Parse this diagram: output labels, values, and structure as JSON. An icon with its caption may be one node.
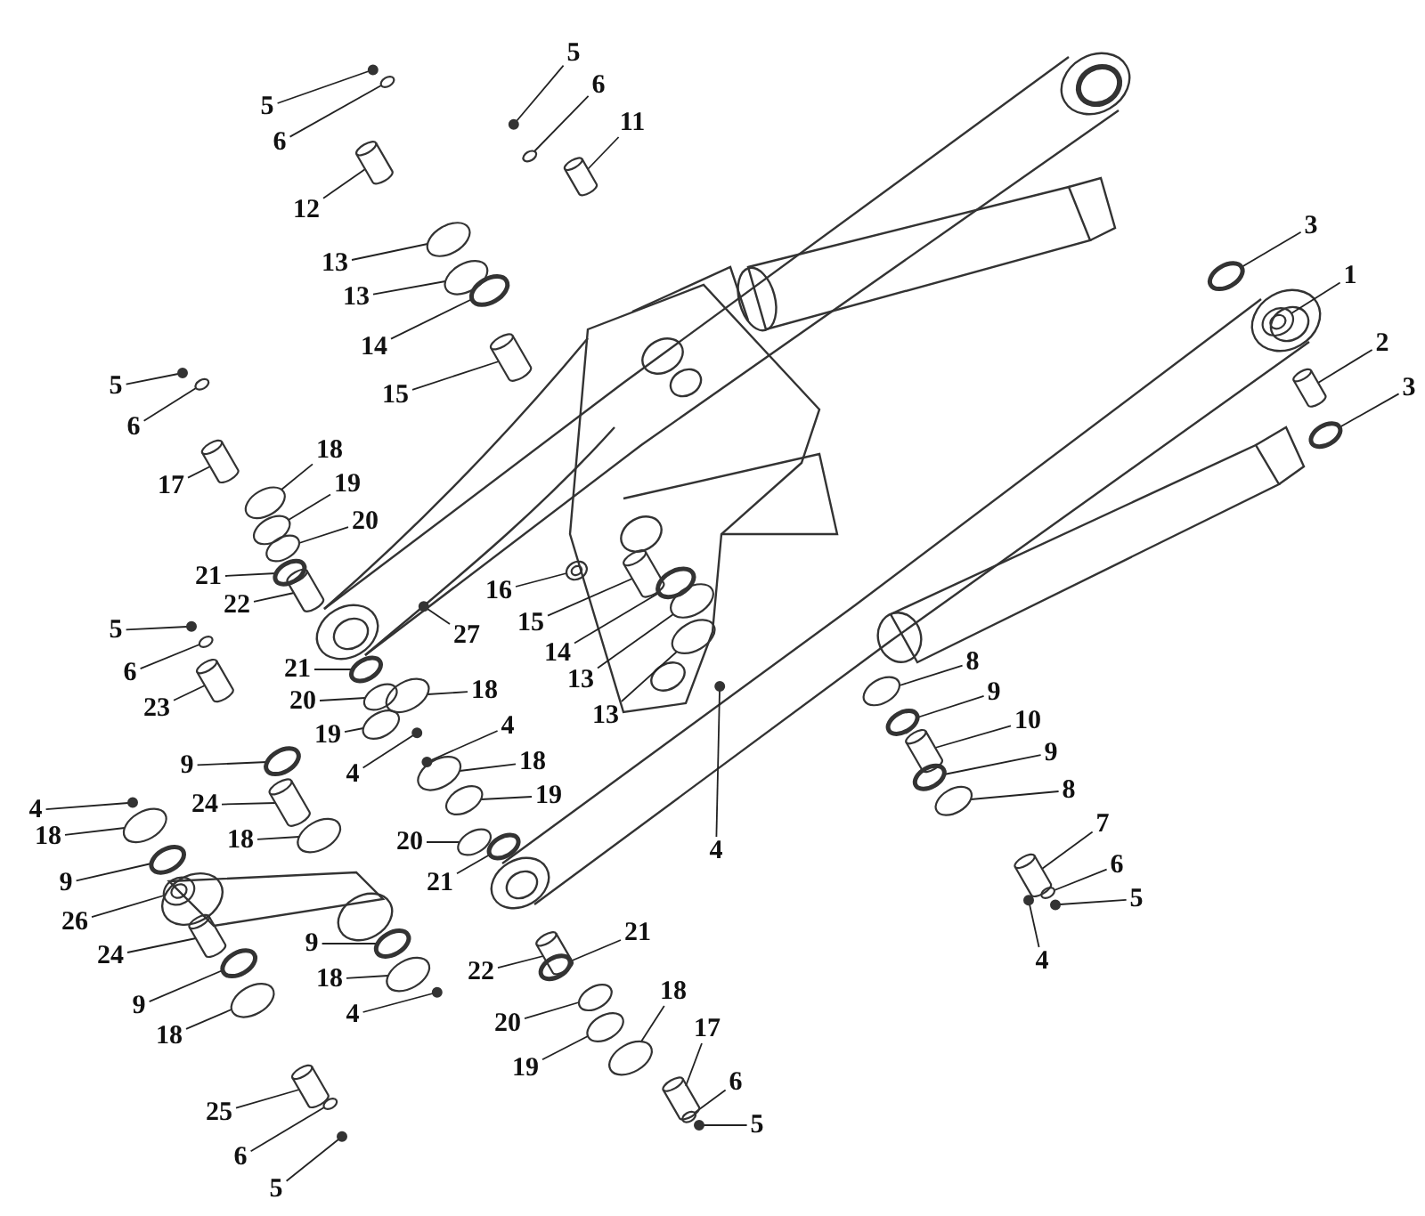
{
  "diagram": {
    "nodes": [
      {
        "text": [
          "5"
        ]
      },
      {
        "text": [
          "6"
        ]
      },
      {
        "text": [
          "12"
        ]
      },
      {
        "text": [
          "13"
        ]
      },
      {
        "text": [
          "13"
        ]
      },
      {
        "text": [
          "14"
        ]
      },
      {
        "text": [
          "15"
        ]
      },
      {
        "text": [
          "5"
        ]
      },
      {
        "text": [
          "6"
        ]
      },
      {
        "text": [
          "11"
        ]
      },
      {
        "text": [
          "5"
        ]
      },
      {
        "text": [
          "6"
        ]
      },
      {
        "text": [
          "17"
        ]
      },
      {
        "text": [
          "18"
        ]
      },
      {
        "text": [
          "19"
        ]
      },
      {
        "text": [
          "20"
        ]
      },
      {
        "text": [
          "21"
        ]
      },
      {
        "text": [
          "22"
        ]
      },
      {
        "text": [
          "16"
        ]
      },
      {
        "text": [
          "15"
        ]
      },
      {
        "text": [
          "14"
        ]
      },
      {
        "text": [
          "13"
        ]
      },
      {
        "text": [
          "13"
        ]
      },
      {
        "text": [
          "4"
        ]
      },
      {
        "text": [
          "27"
        ]
      },
      {
        "text": [
          "5"
        ]
      },
      {
        "text": [
          "6"
        ]
      },
      {
        "text": [
          "23"
        ]
      },
      {
        "text": [
          "21"
        ]
      },
      {
        "text": [
          "20"
        ]
      },
      {
        "text": [
          "19"
        ]
      },
      {
        "text": [
          "18"
        ]
      },
      {
        "text": [
          "4"
        ]
      },
      {
        "text": [
          "4"
        ]
      },
      {
        "text": [
          "18"
        ]
      },
      {
        "text": [
          "19"
        ]
      },
      {
        "text": [
          "20"
        ]
      },
      {
        "text": [
          "21"
        ]
      },
      {
        "text": [
          "9"
        ]
      },
      {
        "text": [
          "24"
        ]
      },
      {
        "text": [
          "4"
        ]
      },
      {
        "text": [
          "18"
        ]
      },
      {
        "text": [
          "18"
        ]
      },
      {
        "text": [
          "9"
        ]
      },
      {
        "text": [
          "26"
        ]
      },
      {
        "text": [
          "24"
        ]
      },
      {
        "text": [
          "9"
        ]
      },
      {
        "text": [
          "18"
        ]
      },
      {
        "text": [
          "9"
        ]
      },
      {
        "text": [
          "4"
        ]
      },
      {
        "text": [
          "18"
        ]
      },
      {
        "text": [
          "25"
        ]
      },
      {
        "text": [
          "6"
        ]
      },
      {
        "text": [
          "5"
        ]
      },
      {
        "text": [
          "21"
        ]
      },
      {
        "text": [
          "22"
        ]
      },
      {
        "text": [
          "20"
        ]
      },
      {
        "text": [
          "19"
        ]
      },
      {
        "text": [
          "18"
        ]
      },
      {
        "text": [
          "17"
        ]
      },
      {
        "text": [
          "6"
        ]
      },
      {
        "text": [
          "5"
        ]
      },
      {
        "text": [
          "8"
        ]
      },
      {
        "text": [
          "9"
        ]
      },
      {
        "text": [
          "10"
        ]
      },
      {
        "text": [
          "9"
        ]
      },
      {
        "text": [
          "8"
        ]
      },
      {
        "text": [
          "7"
        ]
      },
      {
        "text": [
          "6"
        ]
      },
      {
        "text": [
          "5"
        ]
      },
      {
        "text": [
          "4"
        ]
      },
      {
        "text": [
          "3"
        ]
      },
      {
        "text": [
          "1"
        ]
      },
      {
        "text": [
          "2"
        ]
      },
      {
        "text": [
          "3"
        ]
      },
      {
        "text": [],
        "shape": "circle"
      },
      {
        "text": [],
        "shape": "circle"
      },
      {
        "text": [],
        "shape": "cylinder"
      },
      {
        "text": [],
        "shape": "circle"
      },
      {
        "text": [],
        "shape": "circle"
      },
      {
        "text": [],
        "shape": "circle"
      },
      {
        "text": [],
        "shape": "cylinder"
      },
      {
        "text": [],
        "shape": "circle"
      },
      {
        "text": [],
        "shape": "circle"
      },
      {
        "text": [],
        "shape": "cylinder"
      },
      {
        "text": [],
        "shape": "circle"
      },
      {
        "text": [],
        "shape": "circle"
      },
      {
        "text": [],
        "shape": "cylinder"
      },
      {
        "text": [],
        "shape": "circle"
      },
      {
        "text": [],
        "shape": "circle"
      },
      {
        "text": [],
        "shape": "circle"
      },
      {
        "text": [],
        "shape": "circle"
      },
      {
        "text": [],
        "shape": "cylinder"
      },
      {
        "text": [],
        "shape": "picture"
      },
      {
        "text": [],
        "shape": "cylinder"
      },
      {
        "text": [],
        "shape": "circle"
      },
      {
        "text": [],
        "shape": "circle"
      },
      {
        "text": [],
        "shape": "circle"
      },
      {
        "text": [],
        "shape": "circle"
      },
      {
        "text": [],
        "shape": "circle"
      },
      {
        "text": [],
        "shape": "circle"
      },
      {
        "text": [],
        "shape": "circle"
      },
      {
        "text": [],
        "shape": "cylinder"
      },
      {
        "text": [],
        "shape": "circle"
      },
      {
        "text": [],
        "shape": "circle"
      },
      {
        "text": [],
        "shape": "circle"
      },
      {
        "text": [],
        "shape": "circle"
      },
      {
        "text": [],
        "shape": "circle"
      },
      {
        "text": [],
        "shape": "circle"
      },
      {
        "text": [],
        "shape": "circle"
      },
      {
        "text": [],
        "shape": "circle"
      },
      {
        "text": [],
        "shape": "circle"
      },
      {
        "text": [],
        "shape": "circle"
      },
      {
        "text": [],
        "shape": "circle"
      },
      {
        "text": [],
        "shape": "cylinder"
      },
      {
        "text": [],
        "shape": "circle"
      },
      {
        "text": [],
        "shape": "circle"
      },
      {
        "text": [],
        "shape": "circle"
      },
      {
        "text": [],
        "shape": "circle"
      },
      {
        "text": [],
        "shape": "picture"
      },
      {
        "text": [],
        "shape": "cylinder"
      },
      {
        "text": [],
        "shape": "circle"
      },
      {
        "text": [],
        "shape": "circle"
      },
      {
        "text": [],
        "shape": "circle"
      },
      {
        "text": [],
        "shape": "circle"
      },
      {
        "text": [],
        "shape": "circle"
      },
      {
        "text": [],
        "shape": "cylinder"
      },
      {
        "text": [],
        "shape": "circle"
      },
      {
        "text": [],
        "shape": "circle"
      },
      {
        "text": [],
        "shape": "circle"
      },
      {
        "text": [],
        "shape": "cylinder"
      },
      {
        "text": [],
        "shape": "circle"
      },
      {
        "text": [],
        "shape": "circle"
      },
      {
        "text": [],
        "shape": "circle"
      },
      {
        "text": [],
        "shape": "cylinder"
      },
      {
        "text": [],
        "shape": "circle"
      },
      {
        "text": [],
        "shape": "circle"
      },
      {
        "text": [],
        "shape": "circle"
      },
      {
        "text": [],
        "shape": "circle"
      },
      {
        "text": [],
        "shape": "cylinder"
      },
      {
        "text": [],
        "shape": "circle"
      },
      {
        "text": [],
        "shape": "circle"
      },
      {
        "text": [],
        "shape": "cylinder"
      },
      {
        "text": [],
        "shape": "circle"
      },
      {
        "text": [],
        "shape": "circle"
      },
      {
        "text": [],
        "shape": "circle"
      },
      {
        "text": [],
        "shape": "circle"
      },
      {
        "text": [],
        "shape": "picture"
      },
      {
        "text": [],
        "shape": "cylinder"
      },
      {
        "text": [],
        "shape": "circle"
      }
    ],
    "edges": [
      {
        "from": 0,
        "to": 75,
        "arrow": "none"
      },
      {
        "from": 1,
        "to": 76,
        "arrow": "none"
      },
      {
        "from": 2,
        "to": 77,
        "arrow": "none"
      },
      {
        "from": 3,
        "to": 78,
        "arrow": "none"
      },
      {
        "from": 4,
        "to": 79,
        "arrow": "none"
      },
      {
        "from": 5,
        "to": 80,
        "arrow": "none"
      },
      {
        "from": 6,
        "to": 81,
        "arrow": "none"
      },
      {
        "from": 7,
        "to": 82,
        "arrow": "none"
      },
      {
        "from": 8,
        "to": 83,
        "arrow": "none"
      },
      {
        "from": 9,
        "to": 84,
        "arrow": "none"
      },
      {
        "from": 10,
        "to": 85,
        "arrow": "none"
      },
      {
        "from": 11,
        "to": 86,
        "arrow": "none"
      },
      {
        "from": 12,
        "to": 87,
        "arrow": "none"
      },
      {
        "from": 13,
        "to": 88,
        "arrow": "none"
      },
      {
        "from": 14,
        "to": 89,
        "arrow": "none"
      },
      {
        "from": 15,
        "to": 90,
        "arrow": "none"
      },
      {
        "from": 16,
        "to": 91,
        "arrow": "none"
      },
      {
        "from": 17,
        "to": 92,
        "arrow": "none"
      },
      {
        "from": 18,
        "to": 93,
        "arrow": "none"
      },
      {
        "from": 19,
        "to": 94,
        "arrow": "none"
      },
      {
        "from": 20,
        "to": 95,
        "arrow": "none"
      },
      {
        "from": 21,
        "to": 96,
        "arrow": "none"
      },
      {
        "from": 22,
        "to": 97,
        "arrow": "none"
      },
      {
        "from": 23,
        "to": 98,
        "arrow": "none"
      },
      {
        "from": 24,
        "to": 99,
        "arrow": "none"
      },
      {
        "from": 25,
        "to": 100,
        "arrow": "none"
      },
      {
        "from": 26,
        "to": 101,
        "arrow": "none"
      },
      {
        "from": 27,
        "to": 102,
        "arrow": "none"
      },
      {
        "from": 28,
        "to": 103,
        "arrow": "none"
      },
      {
        "from": 29,
        "to": 104,
        "arrow": "none"
      },
      {
        "from": 30,
        "to": 105,
        "arrow": "none"
      },
      {
        "from": 31,
        "to": 106,
        "arrow": "none"
      },
      {
        "from": 32,
        "to": 107,
        "arrow": "none"
      },
      {
        "from": 33,
        "to": 108,
        "arrow": "none"
      },
      {
        "from": 34,
        "to": 109,
        "arrow": "none"
      },
      {
        "from": 35,
        "to": 110,
        "arrow": "none"
      },
      {
        "from": 36,
        "to": 111,
        "arrow": "none"
      },
      {
        "from": 37,
        "to": 112,
        "arrow": "none"
      },
      {
        "from": 38,
        "to": 113,
        "arrow": "none"
      },
      {
        "from": 39,
        "to": 114,
        "arrow": "none"
      },
      {
        "from": 40,
        "to": 115,
        "arrow": "none"
      },
      {
        "from": 41,
        "to": 116,
        "arrow": "none"
      },
      {
        "from": 42,
        "to": 117,
        "arrow": "none"
      },
      {
        "from": 43,
        "to": 118,
        "arrow": "none"
      },
      {
        "from": 44,
        "to": 119,
        "arrow": "none"
      },
      {
        "from": 45,
        "to": 120,
        "arrow": "none"
      },
      {
        "from": 46,
        "to": 121,
        "arrow": "none"
      },
      {
        "from": 47,
        "to": 122,
        "arrow": "none"
      },
      {
        "from": 48,
        "to": 123,
        "arrow": "none"
      },
      {
        "from": 49,
        "to": 124,
        "arrow": "none"
      },
      {
        "from": 50,
        "to": 125,
        "arrow": "none"
      },
      {
        "from": 51,
        "to": 126,
        "arrow": "none"
      },
      {
        "from": 52,
        "to": 127,
        "arrow": "none"
      },
      {
        "from": 53,
        "to": 128,
        "arrow": "none"
      },
      {
        "from": 54,
        "to": 129,
        "arrow": "none"
      },
      {
        "from": 55,
        "to": 130,
        "arrow": "none"
      },
      {
        "from": 56,
        "to": 131,
        "arrow": "none"
      },
      {
        "from": 57,
        "to": 132,
        "arrow": "none"
      },
      {
        "from": 58,
        "to": 133,
        "arrow": "none"
      },
      {
        "from": 59,
        "to": 134,
        "arrow": "none"
      },
      {
        "from": 60,
        "to": 135,
        "arrow": "none"
      },
      {
        "from": 61,
        "to": 136,
        "arrow": "none"
      },
      {
        "from": 62,
        "to": 137,
        "arrow": "none"
      },
      {
        "from": 63,
        "to": 138,
        "arrow": "none"
      },
      {
        "from": 64,
        "to": 139,
        "arrow": "none"
      },
      {
        "from": 65,
        "to": 140,
        "arrow": "none"
      },
      {
        "from": 66,
        "to": 141,
        "arrow": "none"
      },
      {
        "from": 67,
        "to": 142,
        "arrow": "none"
      },
      {
        "from": 68,
        "to": 143,
        "arrow": "none"
      },
      {
        "from": 69,
        "to": 144,
        "arrow": "none"
      },
      {
        "from": 70,
        "to": 145,
        "arrow": "none"
      },
      {
        "from": 71,
        "to": 146,
        "arrow": "none"
      },
      {
        "from": 72,
        "to": 147,
        "arrow": "none"
      },
      {
        "from": 73,
        "to": 148,
        "arrow": "none"
      },
      {
        "from": 74,
        "to": 149,
        "arrow": "none"
      }
    ]
  }
}
